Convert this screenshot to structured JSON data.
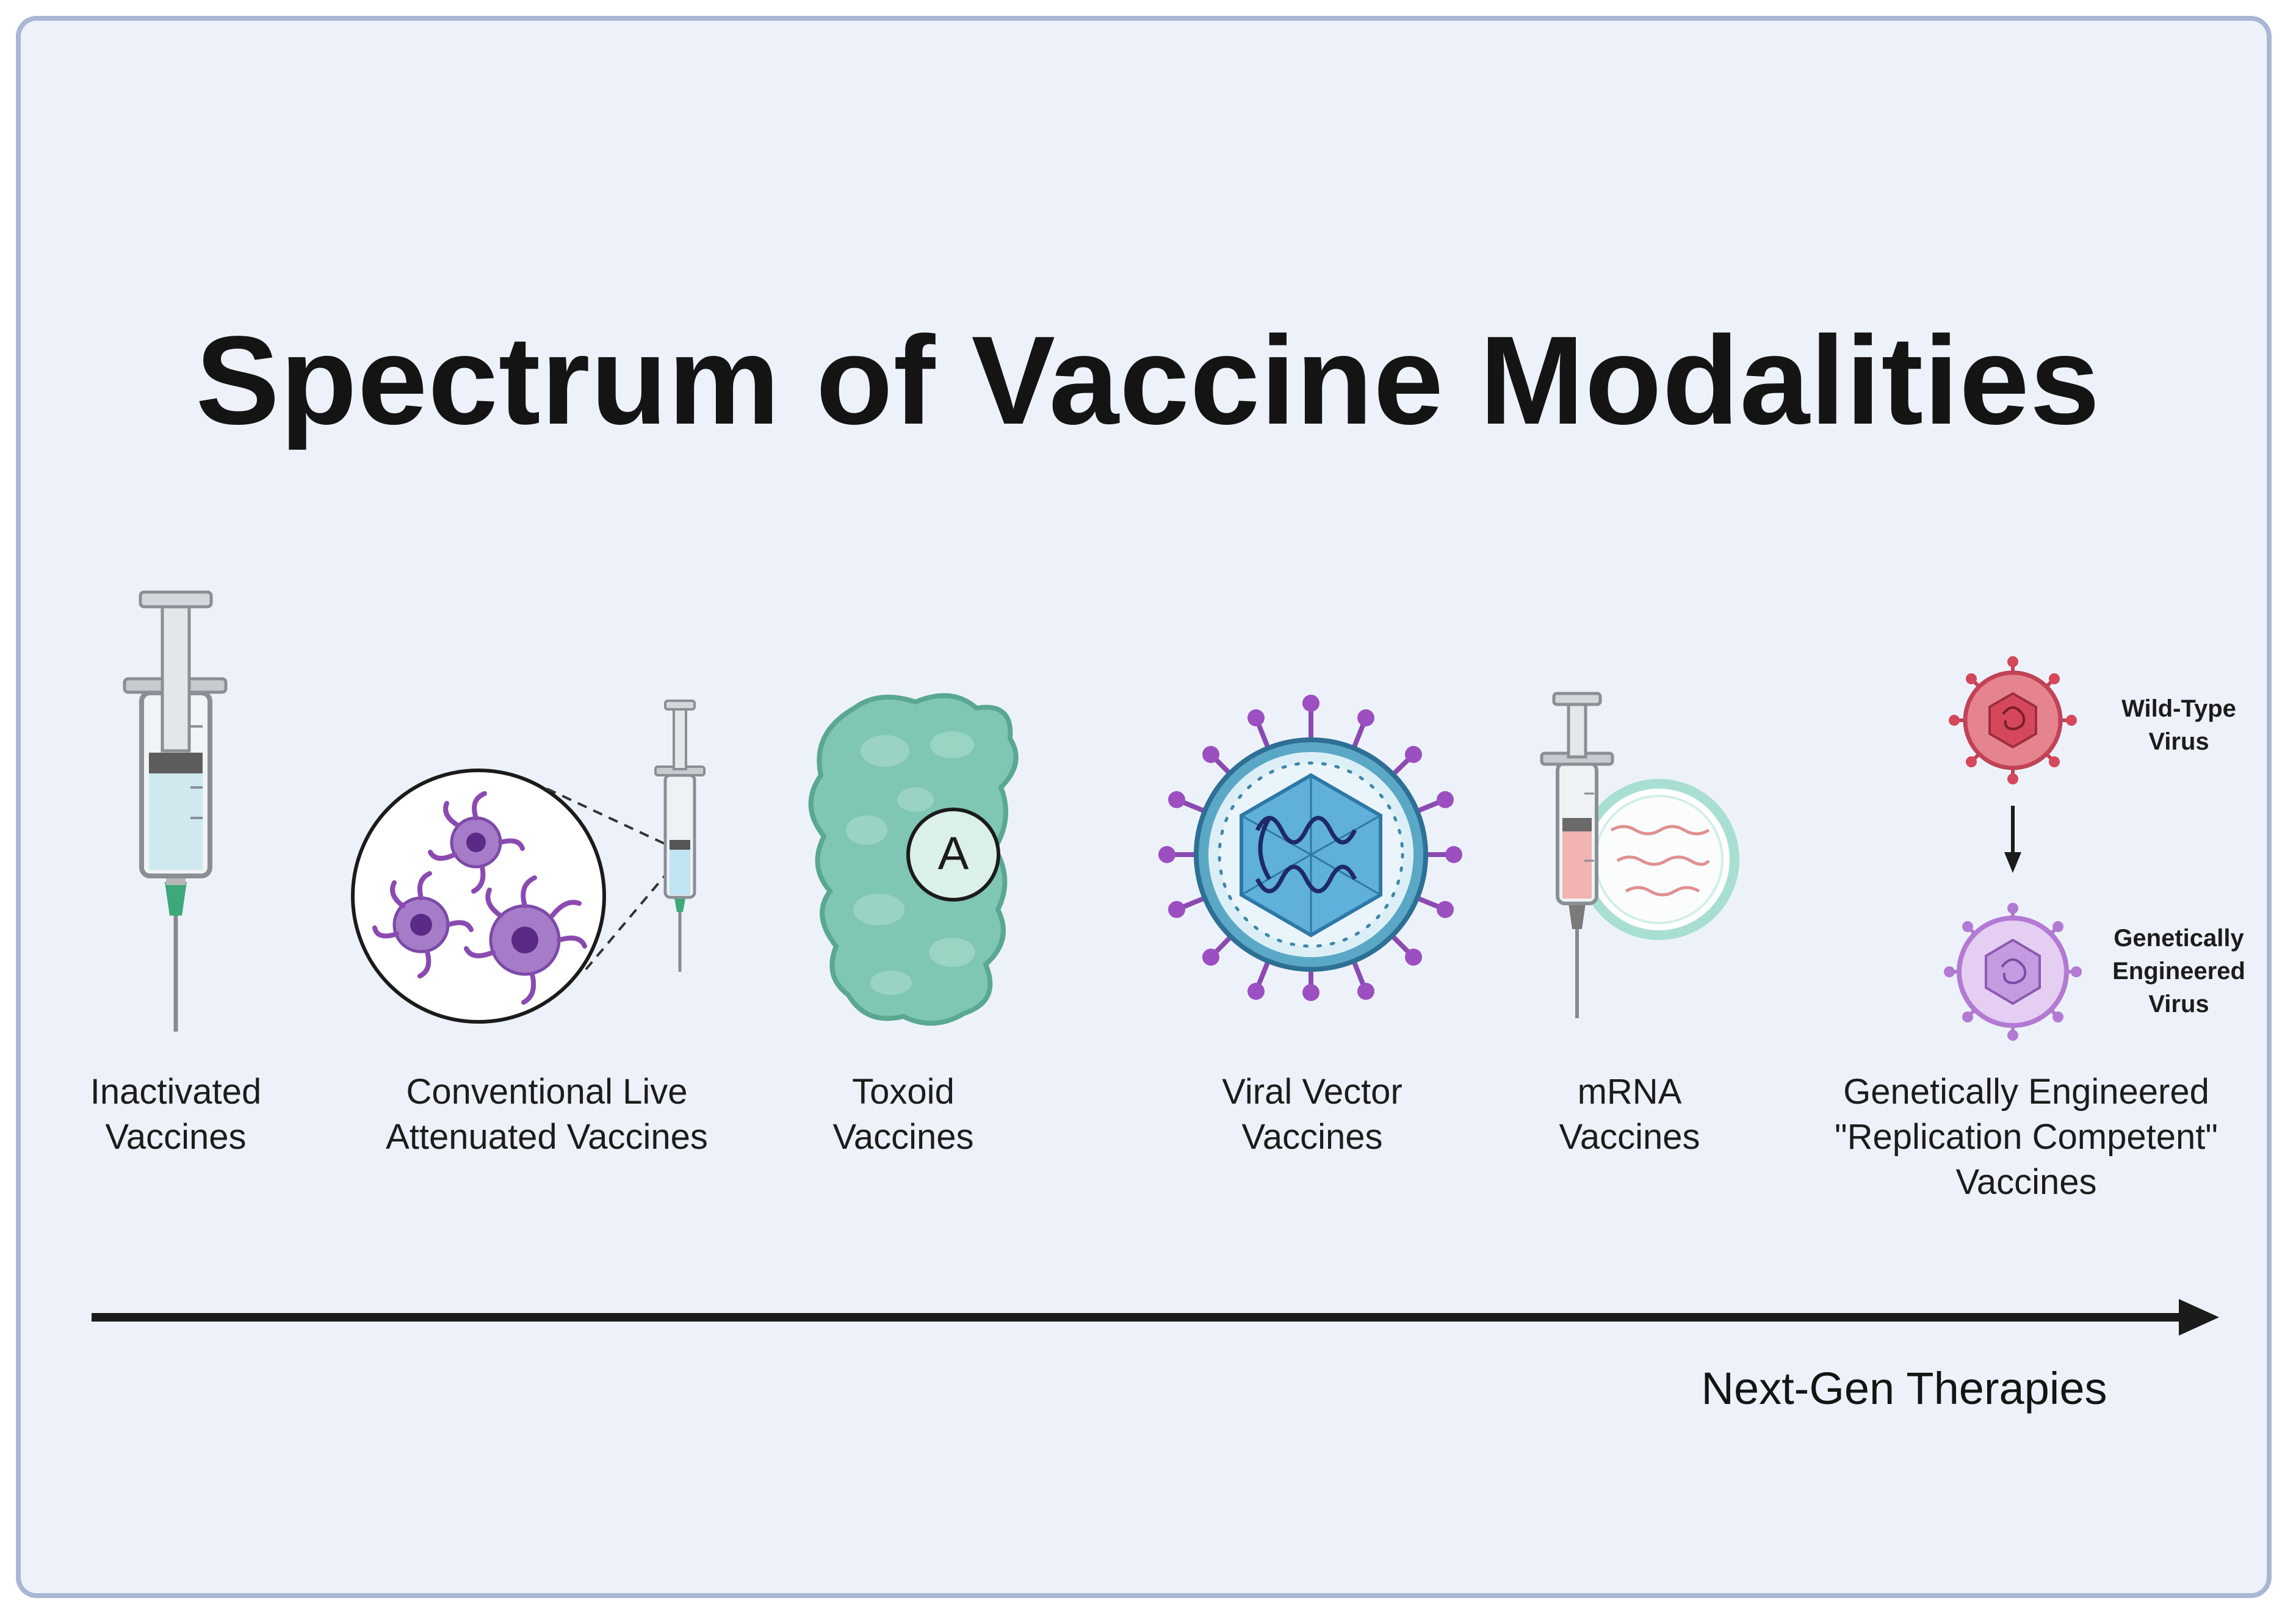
{
  "title": "Spectrum of Vaccine Modalities",
  "modalities": [
    {
      "label": "Inactivated\nVaccines",
      "icon": "inactivated-syringe-icon"
    },
    {
      "label": "Conventional Live\nAttenuated Vaccines",
      "icon": "live-attenuated-cells-icon"
    },
    {
      "label": "Toxoid\nVaccines",
      "icon": "toxoid-protein-icon",
      "marker": "A"
    },
    {
      "label": "Viral Vector\nVaccines",
      "icon": "viral-vector-icon"
    },
    {
      "label": "mRNA\nVaccines",
      "icon": "mrna-syringe-icon"
    },
    {
      "label": "Genetically Engineered\n\"Replication Competent\"\nVaccines",
      "icon": "engineered-virus-icon"
    }
  ],
  "virus_labels": {
    "wild_type": "Wild-Type\nVirus",
    "engineered": "Genetically\nEngineered\nVirus"
  },
  "axis_label": "Next-Gen Therapies",
  "colors": {
    "background": "#edf2fa",
    "border": "#a9b6d4",
    "purple": "#8a4ab0",
    "teal": "#7fc6b4",
    "blue": "#5fb0da",
    "red": "#d5475b"
  }
}
